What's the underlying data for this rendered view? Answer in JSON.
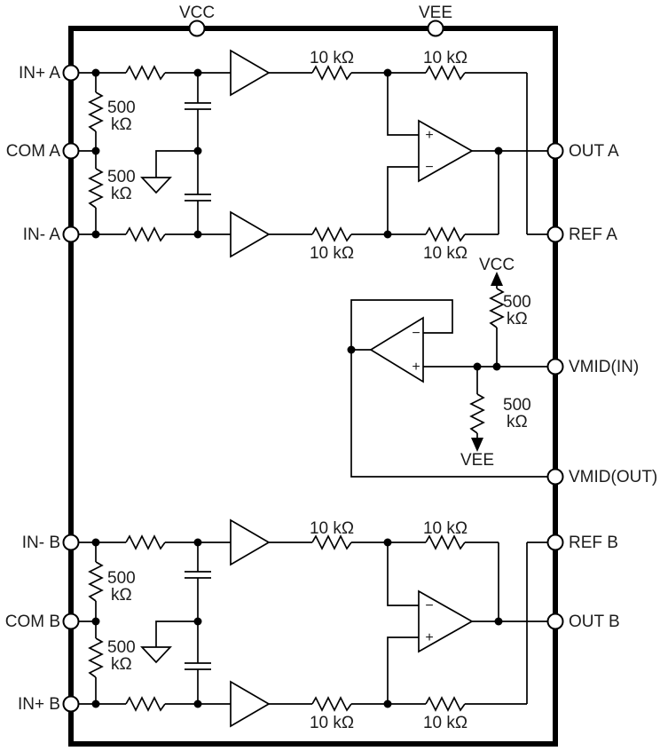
{
  "colors": {
    "line": "#000000",
    "text": "#1c1c1c",
    "background": "#ffffff"
  },
  "pins": {
    "top": [
      "VCC",
      "VEE"
    ],
    "left": [
      "IN+ A",
      "COM A",
      "IN- A",
      "IN- B",
      "COM B",
      "IN+ B"
    ],
    "right": [
      "OUT A",
      "REF A",
      "VMID(IN)",
      "VMID(OUT)",
      "REF B",
      "OUT B"
    ]
  },
  "values": {
    "r10k": "10 kΩ",
    "r500k_line1": "500",
    "r500k_line2": "kΩ",
    "plus": "+",
    "minus": "−",
    "vmid_vcc": "VCC",
    "vmid_vee": "VEE"
  }
}
